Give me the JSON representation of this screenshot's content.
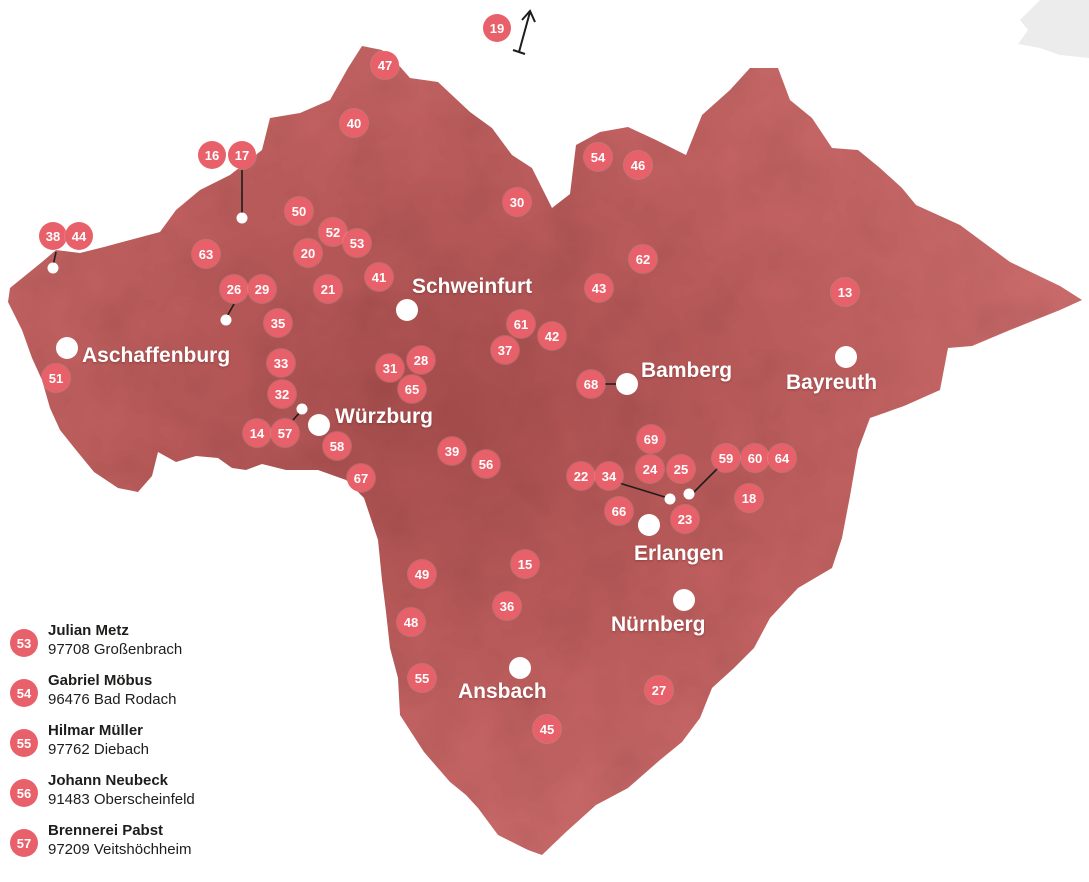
{
  "colors": {
    "region_fill": "#c96464",
    "region_dark": "#9e4545",
    "marker_fill": "#e8606a",
    "marker_text": "#ffffff",
    "city_dot": "#ffffff",
    "label_text": "#ffffff",
    "legend_text": "#1d1d1b",
    "inset_map": "#ebebeb"
  },
  "icons": {
    "offmap_arrow": "north-arrow-icon",
    "inset": "bavaria-inset-map-icon"
  },
  "markers": [
    "19",
    "47",
    "40",
    "16",
    "17",
    "50",
    "52",
    "53",
    "20",
    "38",
    "44",
    "63",
    "26",
    "29",
    "21",
    "41",
    "35",
    "54",
    "46",
    "30",
    "62",
    "43",
    "13",
    "61",
    "42",
    "37",
    "33",
    "31",
    "28",
    "65",
    "32",
    "14",
    "57",
    "58",
    "68",
    "67",
    "39",
    "56",
    "69",
    "24",
    "25",
    "59",
    "60",
    "64",
    "22",
    "34",
    "18",
    "66",
    "23",
    "15",
    "49",
    "36",
    "48",
    "55",
    "27",
    "45",
    "51"
  ],
  "cities": [
    "Schweinfurt",
    "Aschaffenburg",
    "Bamberg",
    "Bayreuth",
    "Würzburg",
    "Erlangen",
    "Nürnberg",
    "Ansbach"
  ],
  "legend": [
    {
      "num": "53",
      "name": "Julian Metz",
      "place": "97708 Großenbrach"
    },
    {
      "num": "54",
      "name": "Gabriel Möbus",
      "place": "96476 Bad Rodach"
    },
    {
      "num": "55",
      "name": "Hilmar Müller",
      "place": "97762 Diebach"
    },
    {
      "num": "56",
      "name": "Johann Neubeck",
      "place": "91483 Oberscheinfeld"
    },
    {
      "num": "57",
      "name": "Brennerei Pabst",
      "place": "97209 Veitshöchheim"
    }
  ]
}
